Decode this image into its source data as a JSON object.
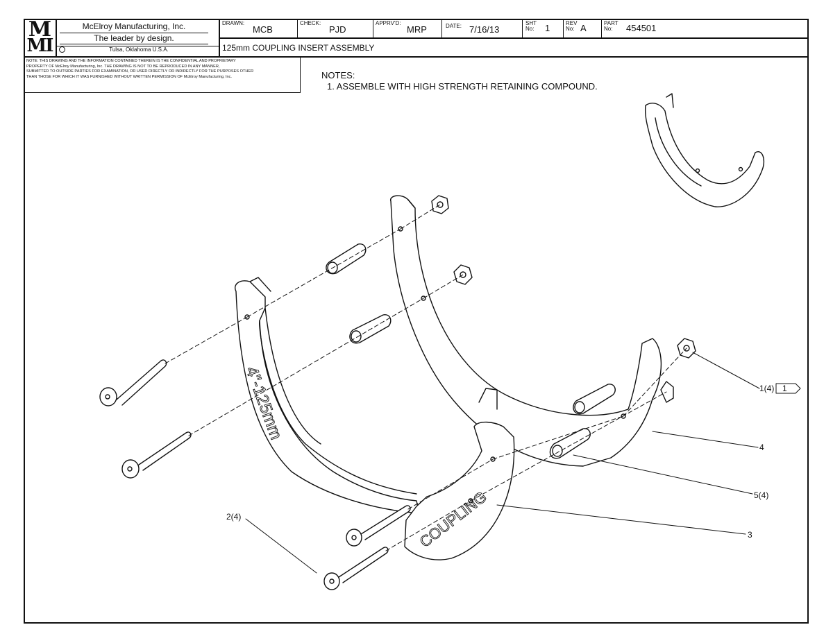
{
  "title_block": {
    "logo_top": "M",
    "logo_bottom": "MI",
    "company": "McElroy Manufacturing, Inc.",
    "slogan": "The leader by design.",
    "location": "Tulsa, Oklahoma U.S.A.",
    "drawn_label": "DRAWN:",
    "drawn_value": "MCB",
    "check_label": "CHECK:",
    "check_value": "PJD",
    "apprvd_label": "APPRV'D:",
    "apprvd_value": "MRP",
    "date_label": "DATE:",
    "date_value": "7/16/13",
    "sht_label_1": "SHT",
    "sht_label_2": "No:",
    "sht_value": "1",
    "rev_label_1": "REV",
    "rev_label_2": "No:",
    "rev_value": "A",
    "part_label_1": "PART",
    "part_label_2": "No:",
    "part_value": "454501",
    "drawing_title": "125mm COUPLING INSERT ASSEMBLY"
  },
  "confidential_note": [
    "NOTE: THIS DRAWING AND THE INFORMATION CONTAINED THEREIN IS THE CONFIDENTIAL AND PROPRIETARY",
    "PROPERTY OF McElroy Manufacturing, Inc. THE DRAWING IS NOT TO BE REPRODUCED IN ANY MANNER,",
    "SUBMITTED TO OUTSIDE PARTIES FOR EXAMINATION, OR USED DIRECTLY OR INDIRECTLY FOR THE PURPOSES OTHER",
    "THAN THOSE FOR WHICH IT WAS FURNISHED WITHOUT WRITTEN PERMISSION OF McElroy Manufacturing, Inc."
  ],
  "notes": {
    "heading": "NOTES:",
    "item_1": "1. ASSEMBLE WITH HIGH STRENGTH RETAINING COMPOUND."
  },
  "part_engravings": {
    "size_text": "4\"-125mm",
    "coupling_text": "COUPLING"
  },
  "callouts": {
    "c1": "1(4)",
    "c1_flag": "1",
    "c4": "4",
    "c5": "5(4)",
    "c3": "3",
    "c2": "2(4)"
  }
}
